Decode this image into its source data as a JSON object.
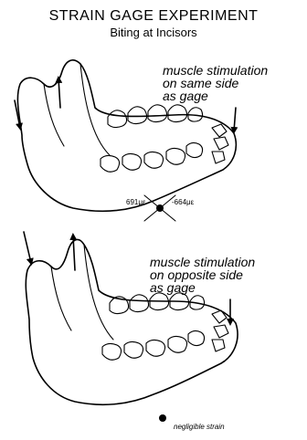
{
  "title": "STRAIN GAGE EXPERIMENT",
  "subtitle": "Biting at Incisors",
  "panels": [
    {
      "note_lines": [
        "muscle stimulation",
        "on same side",
        "as gage"
      ],
      "strain_left": "691με",
      "strain_right": "-664με"
    },
    {
      "note_lines": [
        "muscle stimulation",
        "on opposite side",
        "as gage"
      ],
      "strain_note": "negligible strain"
    }
  ]
}
